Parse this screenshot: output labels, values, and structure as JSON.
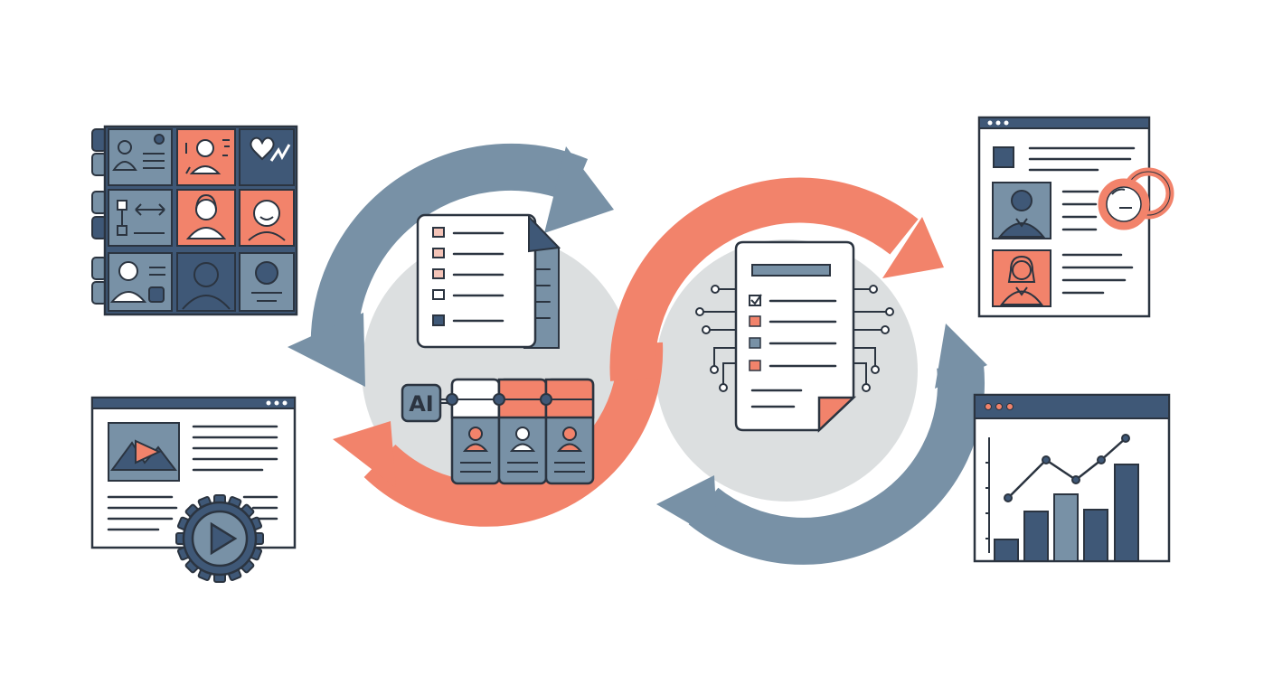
{
  "diagram": {
    "ai_label": "AI"
  },
  "colors": {
    "slate": "#7891a6",
    "navy": "#3f5877",
    "coral": "#f2836b",
    "disc": "#dcdfe0",
    "outline": "#2b3440",
    "white": "#ffffff",
    "pale_coral": "#f4c4b8"
  },
  "icons": {
    "profile_board": "profile-grid-board",
    "video_page": "video-lesson-page",
    "checklist": "checklist-document",
    "ai_table": "ai-candidate-table",
    "circuit_doc": "ai-circuit-document",
    "profile_page": "candidate-profile-page",
    "analytics": "analytics-chart-window"
  }
}
